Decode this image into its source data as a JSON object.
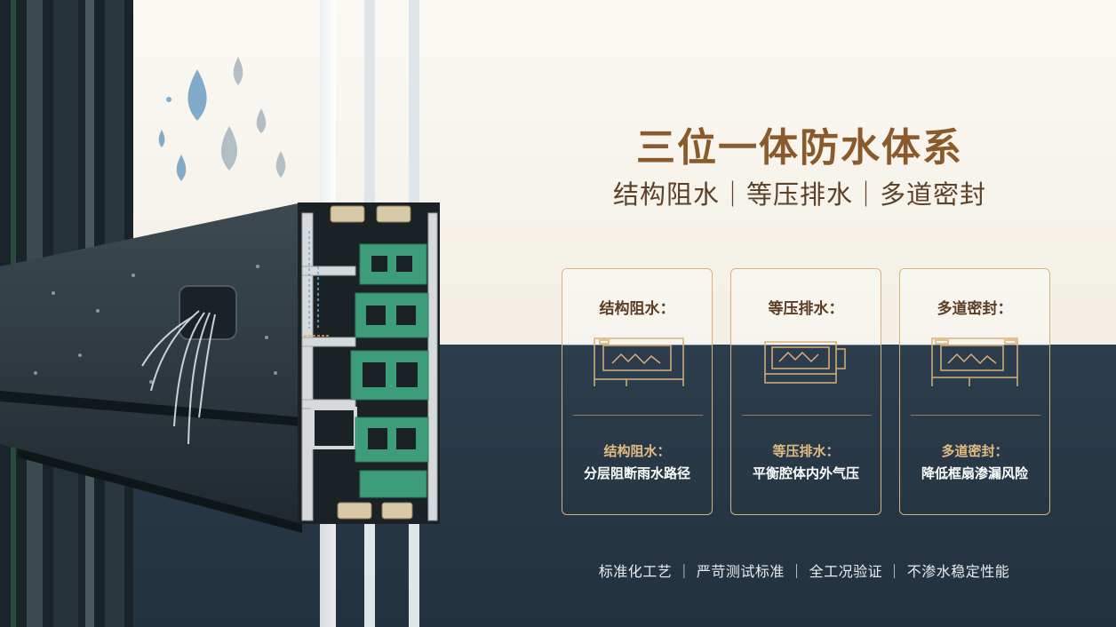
{
  "header": {
    "title": "三位一体防水体系",
    "subtitle": "结构阻水｜等压排水｜多道密封"
  },
  "cards": [
    {
      "title": "结构阻水：",
      "caption_title": "结构阻水：",
      "caption_text": "分层阻断雨水路径"
    },
    {
      "title": "等压排水：",
      "caption_title": "等压排水：",
      "caption_text": "平衡腔体内外气压"
    },
    {
      "title": "多道密封：",
      "caption_title": "多道密封：",
      "caption_text": "降低框扇渗漏风险"
    }
  ],
  "footer": {
    "text": "标准化工艺 ｜ 严苛测试标准 ｜ 全工况验证 ｜ 不渗水稳定性能"
  },
  "colors": {
    "gold": "#8a5a2b",
    "card_border": "#d8b27a",
    "dark_bg": "#22313f",
    "profile_green": "#3fa37f"
  }
}
